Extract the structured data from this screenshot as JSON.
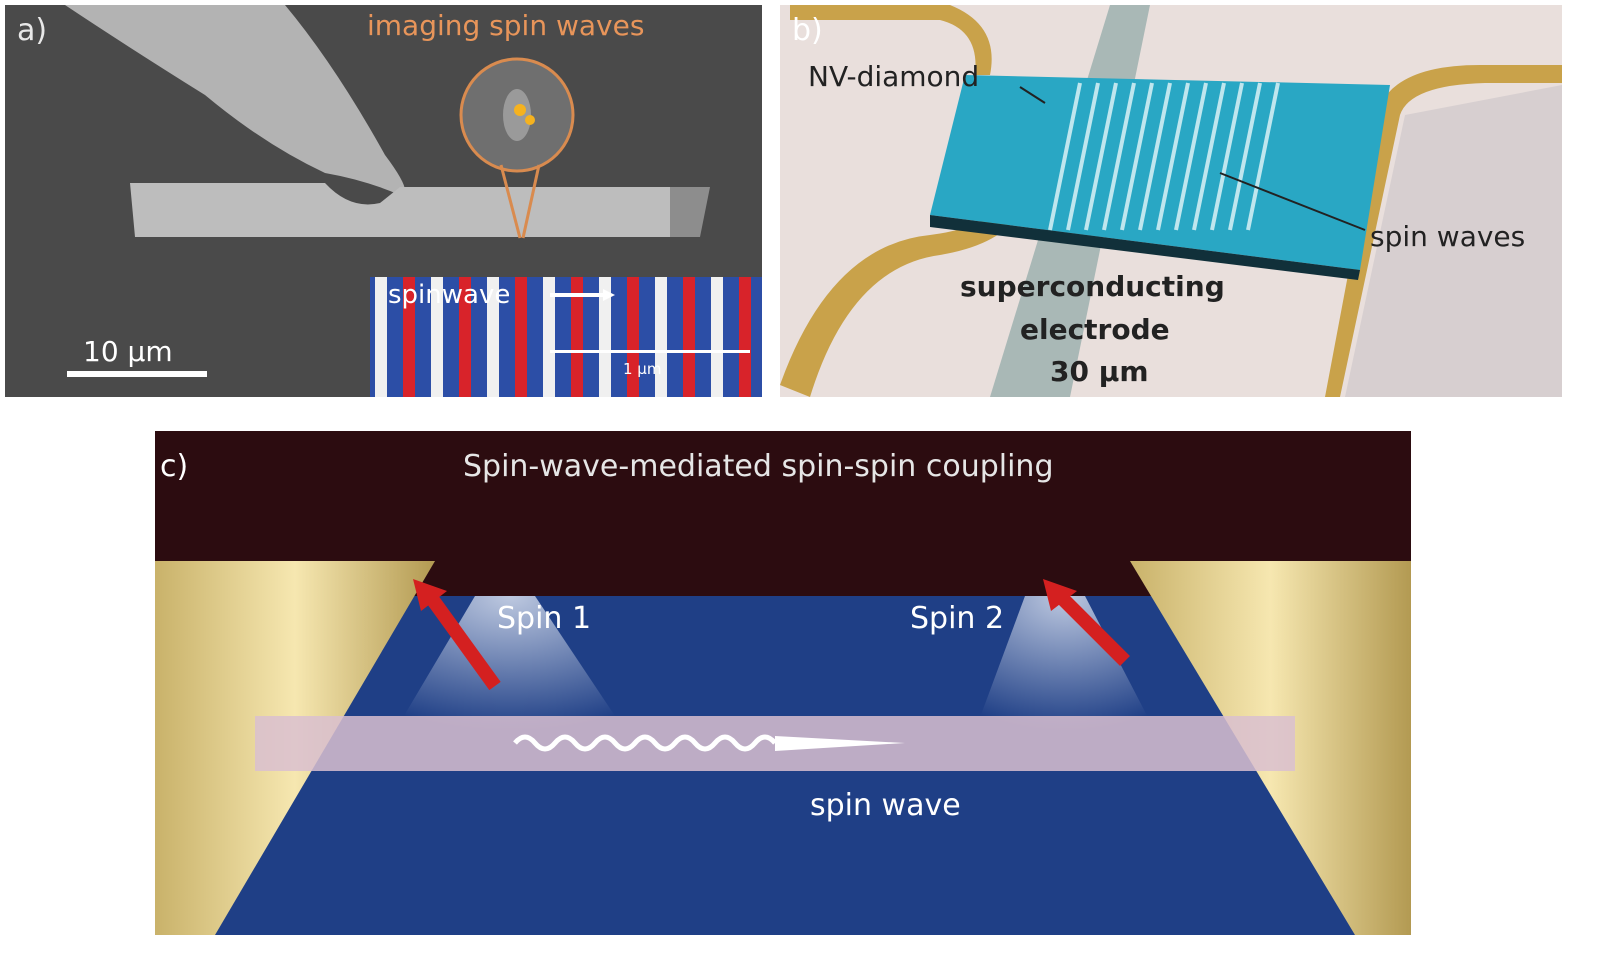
{
  "panel_a": {
    "label": "a)",
    "title": "imaging spin waves",
    "scale_bar": "10 µm",
    "inset_label": "spinwave",
    "inset_scale_bar": "1 µm",
    "colors": {
      "title": "#e8955a",
      "red": "#d8232a",
      "blue": "#2a4fa8"
    }
  },
  "panel_b": {
    "label": "b)",
    "diamond_label": "NV-diamond",
    "wave_label": "spin waves",
    "electrode_label_1": "superconducting",
    "electrode_label_2": "electrode",
    "electrode_label_3": "30 µm",
    "colors": {
      "diamond": "#29a7c4",
      "gold": "#c9a24a"
    }
  },
  "panel_c": {
    "label": "c)",
    "title": "Spin-wave-mediated spin-spin coupling",
    "spin1": "Spin 1",
    "spin2": "Spin 2",
    "wave_label": "spin wave",
    "colors": {
      "background": "#2c0c10",
      "substrate": "#1f3f86",
      "arrow": "#d42020"
    }
  }
}
